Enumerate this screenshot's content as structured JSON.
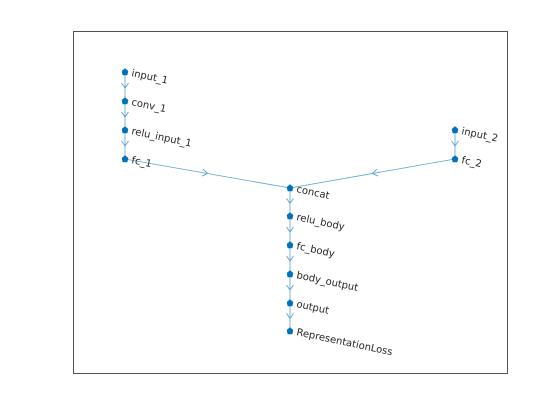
{
  "graph": {
    "nodes": [
      {
        "id": "input_1",
        "label": "input_1"
      },
      {
        "id": "conv_1",
        "label": "conv_1"
      },
      {
        "id": "relu_input_1",
        "label": "relu_input_1"
      },
      {
        "id": "fc_1",
        "label": "fc_1"
      },
      {
        "id": "input_2",
        "label": "input_2"
      },
      {
        "id": "fc_2",
        "label": "fc_2"
      },
      {
        "id": "concat",
        "label": "concat"
      },
      {
        "id": "relu_body",
        "label": "relu_body"
      },
      {
        "id": "fc_body",
        "label": "fc_body"
      },
      {
        "id": "body_output",
        "label": "body_output"
      },
      {
        "id": "output",
        "label": "output"
      },
      {
        "id": "RepresentationLoss",
        "label": "RepresentationLoss"
      }
    ],
    "edges": [
      {
        "from": "input_1",
        "to": "conv_1"
      },
      {
        "from": "conv_1",
        "to": "relu_input_1"
      },
      {
        "from": "relu_input_1",
        "to": "fc_1"
      },
      {
        "from": "fc_1",
        "to": "concat"
      },
      {
        "from": "input_2",
        "to": "fc_2"
      },
      {
        "from": "fc_2",
        "to": "concat"
      },
      {
        "from": "concat",
        "to": "relu_body"
      },
      {
        "from": "relu_body",
        "to": "fc_body"
      },
      {
        "from": "fc_body",
        "to": "body_output"
      },
      {
        "from": "body_output",
        "to": "output"
      },
      {
        "from": "output",
        "to": "RepresentationLoss"
      }
    ]
  },
  "colors": {
    "node": "#0072BD",
    "edge": "#5aa2cf",
    "axes": "#262626",
    "label": "#262626"
  }
}
